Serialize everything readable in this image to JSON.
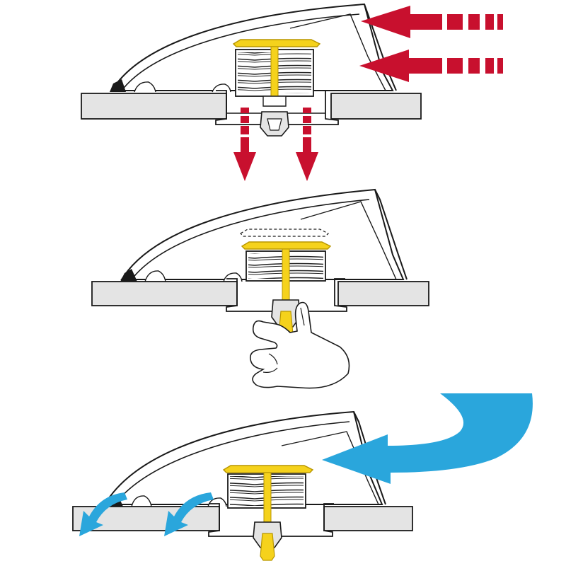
{
  "diagram": {
    "panels": [
      {
        "id": "panel-1",
        "step": 1,
        "state": "closed-forced-ventilation"
      },
      {
        "id": "panel-2",
        "step": 2,
        "state": "opening-by-hand"
      },
      {
        "id": "panel-3",
        "step": 3,
        "state": "open-airflow"
      }
    ],
    "colors": {
      "outline": "#1a1a1a",
      "deck": "#e4e4e4",
      "spring_cap": "#f5d21c",
      "spring_cap_edge": "#b89600",
      "red_arrow": "#c8102e",
      "blue_arrow": "#2aa6dc",
      "vent_fill": "#ffffff",
      "hand_fill": "#ffffff"
    },
    "icons": [
      "red-wind-arrow",
      "red-down-arrow",
      "blue-curved-arrow",
      "blue-small-arrow",
      "hand",
      "spring",
      "yellow-pin"
    ]
  }
}
